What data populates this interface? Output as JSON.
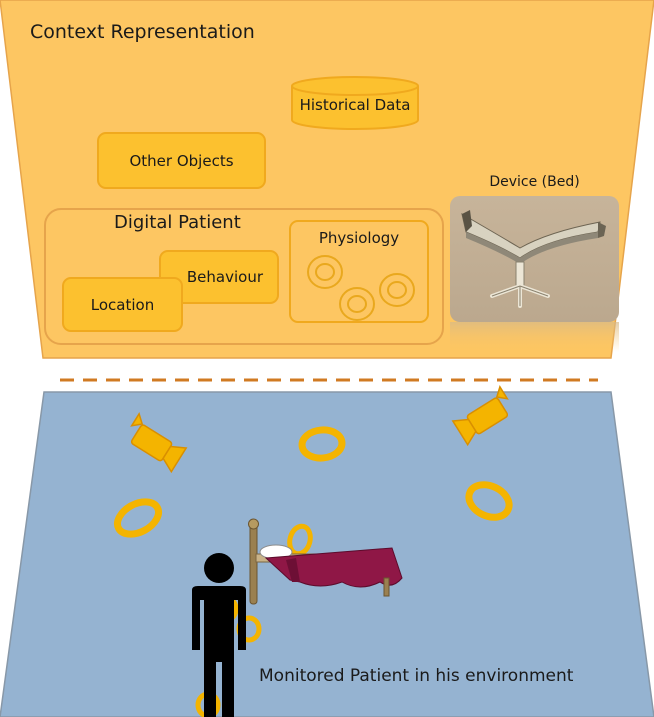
{
  "context": {
    "title": "Context Representation",
    "historical_data": "Historical Data",
    "other_objects": "Other Objects",
    "device_label": "Device (Bed)",
    "digital_patient": {
      "title": "Digital Patient",
      "behaviour": "Behaviour",
      "location": "Location",
      "physiology": "Physiology"
    }
  },
  "environment": {
    "caption": "Monitored Patient in his environment"
  },
  "colors": {
    "context_panel": "#fdc662",
    "context_border": "#e6a44b",
    "box_fill": "#fcc12f",
    "box_border": "#f0a91e",
    "environment_panel": "#95b3d1",
    "environment_border": "#8898a8",
    "divider": "#d07a22",
    "sensor_ring": "#f4b400"
  }
}
